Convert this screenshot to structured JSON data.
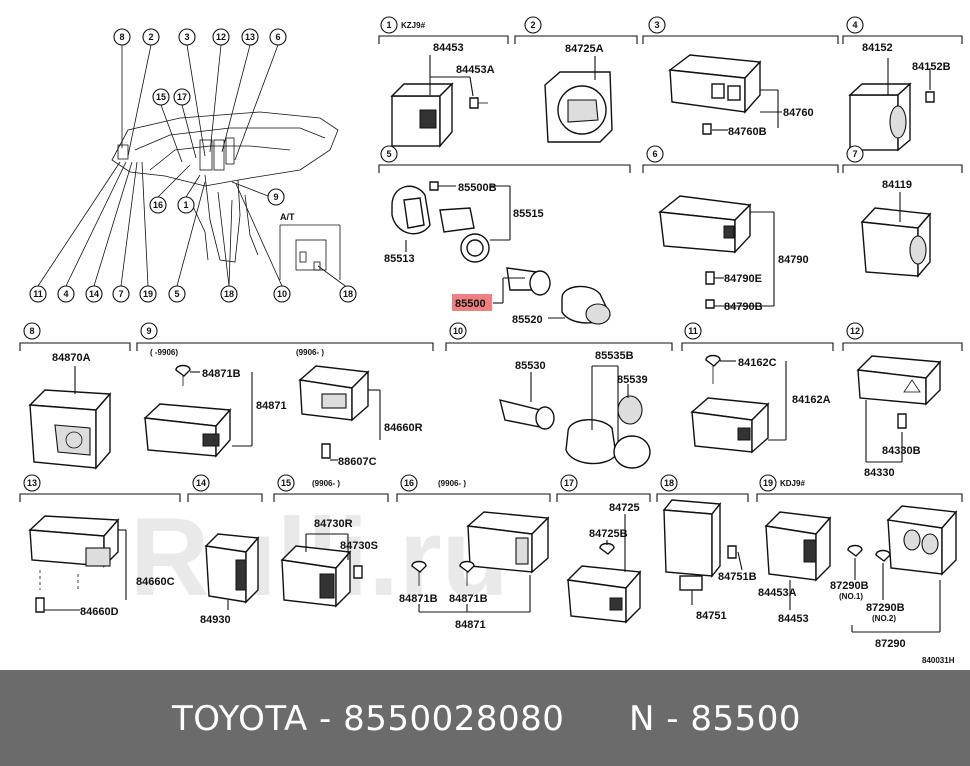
{
  "footer": {
    "part_text": "TOYOTA - 8550028080",
    "code_text": "N - 85500"
  },
  "diagram_code": "840031H",
  "watermark": "Rulli.ru",
  "overview": {
    "top_callouts": [
      "8",
      "2",
      "3",
      "12",
      "13",
      "6"
    ],
    "side_callouts": [
      "15",
      "17",
      "16",
      "1",
      "9"
    ],
    "bottom_callouts": [
      "11",
      "4",
      "14",
      "7",
      "19",
      "5",
      "18",
      "10",
      "18"
    ],
    "at_label": "A/T"
  },
  "sections": [
    {
      "num": "1",
      "note": "KZJ9#",
      "parts": [
        "84453",
        "84453A"
      ]
    },
    {
      "num": "2",
      "note": "",
      "parts": [
        "84725A"
      ]
    },
    {
      "num": "3",
      "note": "",
      "parts": [
        "84760",
        "84760B"
      ]
    },
    {
      "num": "4",
      "note": "",
      "parts": [
        "84152",
        "84152B"
      ]
    },
    {
      "num": "5",
      "note": "",
      "parts": [
        "85500B",
        "85515",
        "85513",
        "85500",
        "85520"
      ]
    },
    {
      "num": "6",
      "note": "",
      "parts": [
        "84790",
        "84790E",
        "84790B"
      ]
    },
    {
      "num": "7",
      "note": "",
      "parts": [
        "84119"
      ]
    },
    {
      "num": "8",
      "note": "",
      "parts": [
        "84870A"
      ]
    },
    {
      "num": "9",
      "note": "( -9906)",
      "note2": "(9906- )",
      "parts": [
        "84871B",
        "84871",
        "84660R",
        "88607C"
      ]
    },
    {
      "num": "10",
      "note": "",
      "parts": [
        "85530",
        "85535B",
        "85539"
      ]
    },
    {
      "num": "11",
      "note": "",
      "parts": [
        "84162C",
        "84162A"
      ]
    },
    {
      "num": "12",
      "note": "",
      "parts": [
        "84330B",
        "84330"
      ]
    },
    {
      "num": "13",
      "note": "",
      "parts": [
        "84660C",
        "84660D"
      ]
    },
    {
      "num": "14",
      "note": "",
      "parts": [
        "84930"
      ]
    },
    {
      "num": "15",
      "note": "(9906- )",
      "parts": [
        "84730R",
        "84730S"
      ]
    },
    {
      "num": "16",
      "note": "(9906- )",
      "parts": [
        "84871B",
        "84871B",
        "84871"
      ]
    },
    {
      "num": "17",
      "note": "",
      "parts": [
        "84725",
        "84725B"
      ]
    },
    {
      "num": "18",
      "note": "",
      "parts": [
        "84751B",
        "84751"
      ]
    },
    {
      "num": "19",
      "note": "KDJ9#",
      "parts": [
        "84453A",
        "84453",
        "87290B",
        "(NO.1)",
        "87290B",
        "(NO.2)",
        "87290"
      ]
    }
  ],
  "highlight": {
    "part": "85500",
    "color": "#f08080"
  }
}
